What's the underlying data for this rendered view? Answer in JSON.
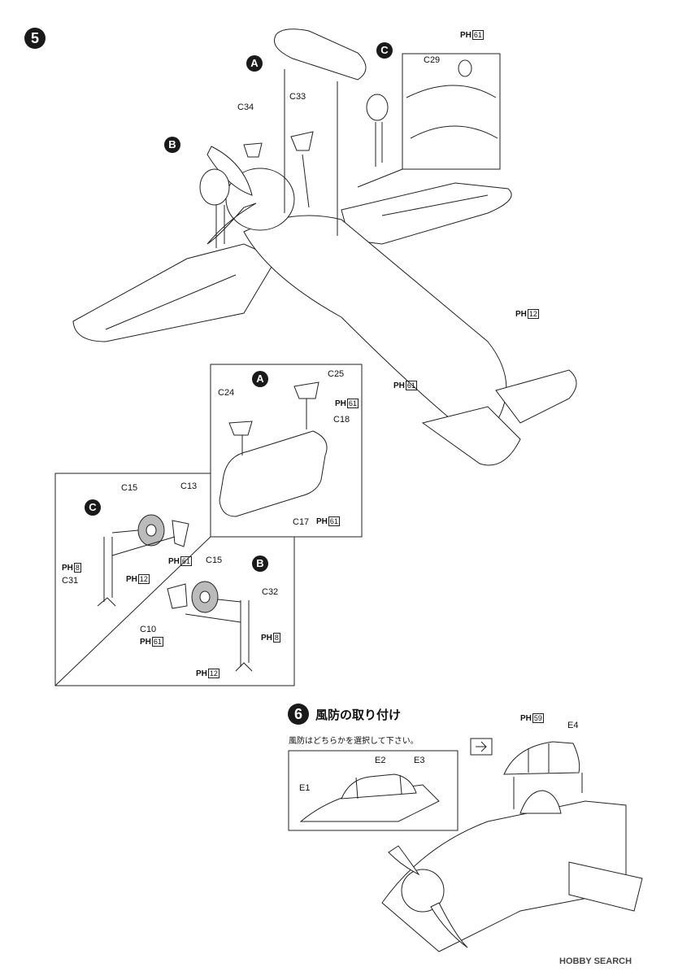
{
  "step5": {
    "number": "5",
    "labels": {
      "A": "A",
      "B": "B",
      "C": "C",
      "C34": "C34",
      "C33": "C33",
      "C29": "C29",
      "C24": "C24",
      "C25": "C25",
      "C18": "C18",
      "C17": "C17",
      "C15": "C15",
      "C13": "C13",
      "C31": "C31",
      "C10": "C10",
      "C32": "C32"
    },
    "paint_prefix": "PH",
    "paint_numbers": {
      "p61": "61",
      "p12": "12",
      "p8": "8"
    }
  },
  "step6": {
    "number": "6",
    "title": "風防の取り付け",
    "subtitle": "風防はどちらかを選択して下さい。",
    "labels": {
      "E1": "E1",
      "E2": "E2",
      "E3": "E3",
      "E4": "E4"
    },
    "paint_number": "59"
  },
  "watermark": "HOBBY SEARCH"
}
